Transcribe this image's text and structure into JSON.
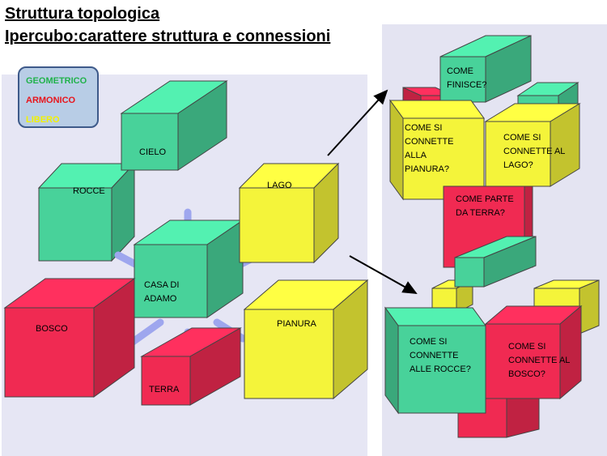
{
  "title": {
    "line1": "Struttura topologica",
    "line2": "Ipercubo:carattere struttura e connessioni"
  },
  "legend": {
    "items": [
      {
        "label": "GEOMETRICO",
        "color": "#22b24c"
      },
      {
        "label": "ARMONICO",
        "color": "#e8151c"
      },
      {
        "label": "LIBERO",
        "color": "#f2f200"
      }
    ]
  },
  "colors": {
    "green": "#48d29a",
    "red": "#f02a52",
    "yellow": "#f4f43a",
    "connector": "#9ea6ee"
  },
  "cubes": {
    "cielo": "CIELO",
    "rocce": "ROCCE",
    "lago": "LAGO",
    "casa": "CASA DI ADAMO",
    "bosco": "BOSCO",
    "pianura": "PIANURA",
    "terra": "TERRA"
  },
  "top_right": {
    "q_finisce": "COME FINISCE?",
    "q_pianura": "COME SI CONNETTE ALLA PIANURA?",
    "q_lago": "COME SI CONNETTE AL LAGO?",
    "q_terra": "COME PARTE DA TERRA?"
  },
  "bottom_right": {
    "q_rocce": "COME SI CONNETTE ALLE ROCCE?",
    "q_bosco": "COME SI CONNETTE AL BOSCO?"
  }
}
